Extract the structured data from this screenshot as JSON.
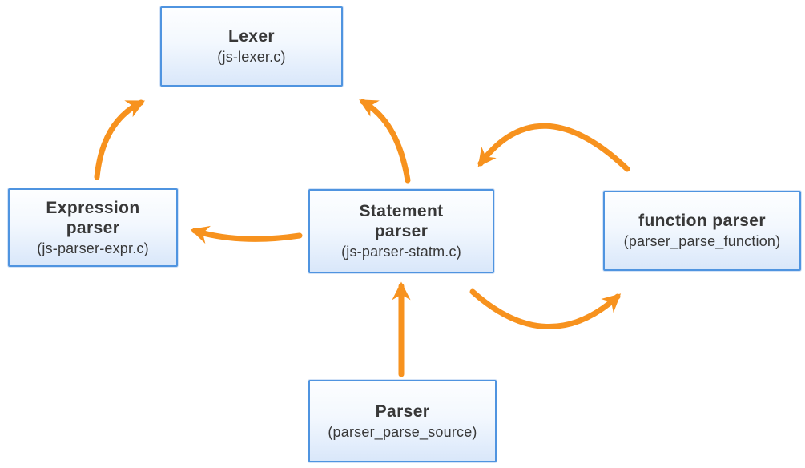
{
  "diagram": {
    "colors": {
      "arrow": "#f7921e",
      "box_border": "#4f94e0",
      "box_fill_top": "#fdfeff",
      "box_fill_bottom": "#d9e7fa",
      "text": "#383838",
      "background": "#ffffff"
    },
    "nodes": {
      "lexer": {
        "title": "Lexer",
        "subtitle": "(js-lexer.c)"
      },
      "expression_parser": {
        "title": "Expression\nparser",
        "subtitle": "(js-parser-expr.c)"
      },
      "statement_parser": {
        "title": "Statement\nparser",
        "subtitle": "(js-parser-statm.c)"
      },
      "function_parser": {
        "title": "function parser",
        "subtitle": "(parser_parse_function)"
      },
      "parser": {
        "title": "Parser",
        "subtitle": "(parser_parse_source)"
      }
    },
    "edges": [
      {
        "from": "expression_parser",
        "to": "lexer"
      },
      {
        "from": "statement_parser",
        "to": "lexer"
      },
      {
        "from": "statement_parser",
        "to": "expression_parser"
      },
      {
        "from": "function_parser",
        "to": "statement_parser"
      },
      {
        "from": "statement_parser",
        "to": "function_parser"
      },
      {
        "from": "parser",
        "to": "statement_parser"
      }
    ]
  }
}
